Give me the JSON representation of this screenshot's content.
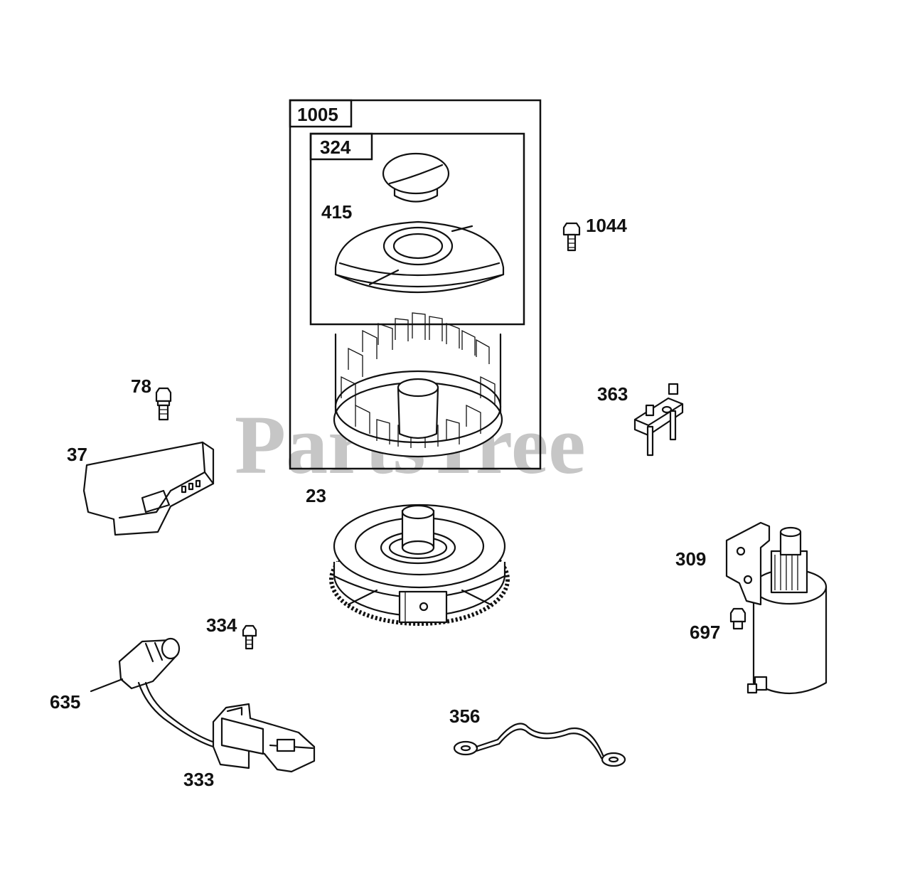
{
  "watermark": "PartsTree",
  "assembly_box": {
    "label": "1005"
  },
  "sub_assembly_box": {
    "label": "324"
  },
  "callouts": {
    "p415": "415",
    "p1044": "1044",
    "p78": "78",
    "p363": "363",
    "p37": "37",
    "p23": "23",
    "p309": "309",
    "p334": "334",
    "p697": "697",
    "p635": "635",
    "p356": "356",
    "p333": "333"
  }
}
